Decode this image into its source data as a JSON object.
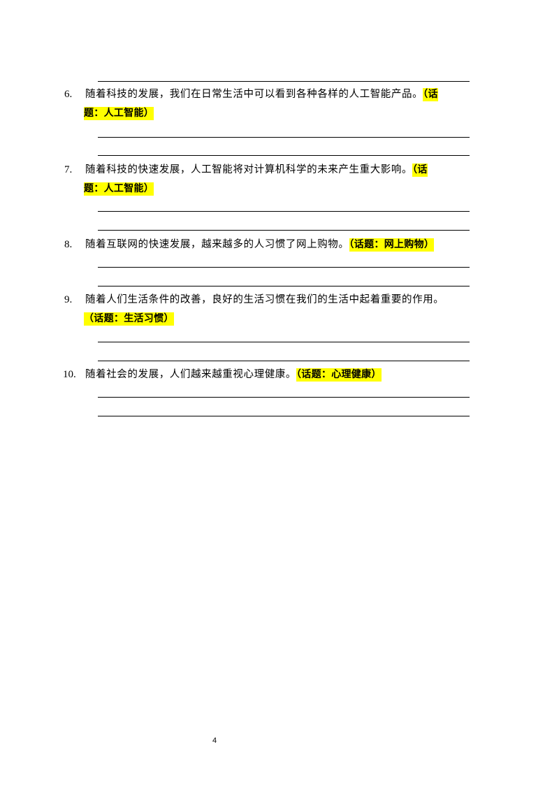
{
  "questions": [
    {
      "number": "6.",
      "line1_text": "随着科技的发展，我们在日常生活中可以看到各种各样的人工智能产品。",
      "line1_topic": "（话",
      "line2_topic": "题：人工智能）"
    },
    {
      "number": "7.",
      "line1_text": "随着科技的快速发展，人工智能将对计算机科学的未来产生重大影响。",
      "line1_topic": "（话",
      "line2_topic": "题：人工智能）"
    },
    {
      "number": "8.",
      "line1_text": "随着互联网的快速发展，越来越多的人习惯了网上购物。",
      "line1_topic": "（话题：网上购物）"
    },
    {
      "number": "9.",
      "line1_text": "随着人们生活条件的改善，良好的生活习惯在我们的生活中起着重要的作用。",
      "line2_topic": "（话题：生活习惯）"
    },
    {
      "number": "10.",
      "line1_text": "随着社会的发展，人们越来越重视心理健康。",
      "line1_topic": "（话题：心理健康）"
    }
  ],
  "page_number": "4"
}
